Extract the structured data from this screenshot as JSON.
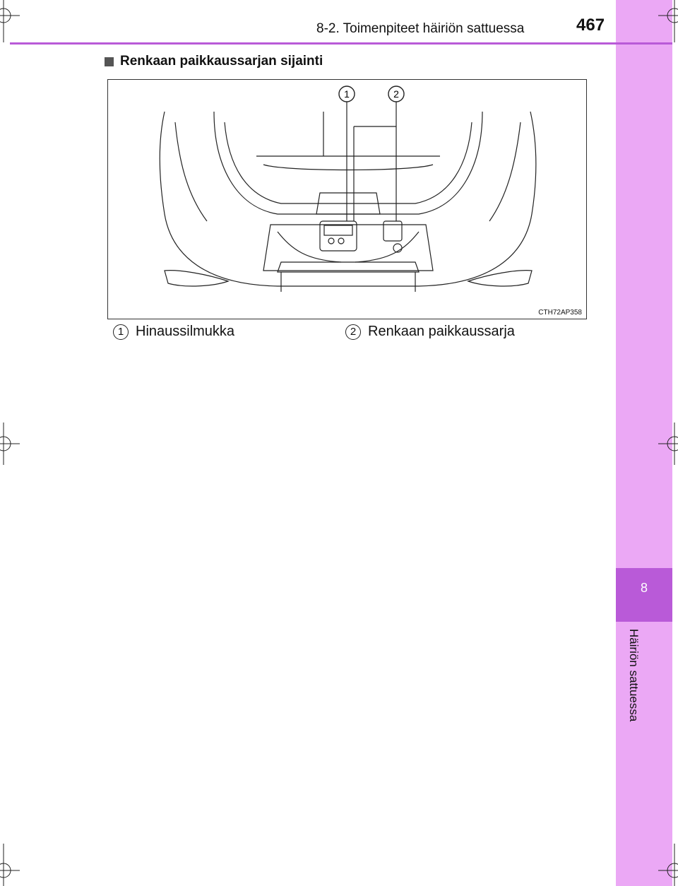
{
  "header": {
    "section": "8-2. Toimenpiteet häiriön sattuessa",
    "page_number": "467"
  },
  "side_tab": {
    "chapter_number": "8",
    "chapter_title": "Häiriön sattuessa",
    "color_light": "#eba8f5",
    "color_dark": "#b95ad8"
  },
  "section_title": "Renkaan paikkaussarjan sijainti",
  "figure": {
    "code": "CTH72AP358",
    "callout_1": "1",
    "callout_2": "2"
  },
  "legend": [
    {
      "number": "1",
      "label": "Hinaussilmukka"
    },
    {
      "number": "2",
      "label": "Renkaan paikkaussarja"
    }
  ]
}
